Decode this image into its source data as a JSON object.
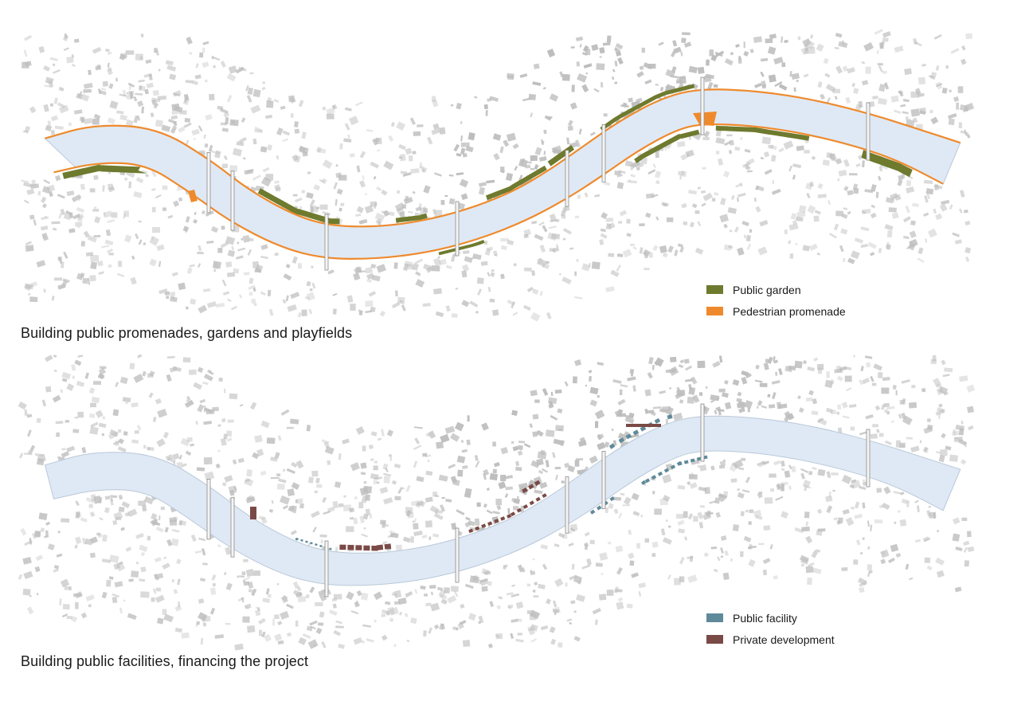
{
  "maps": [
    {
      "caption": "Building public promenades, gardens and playfields",
      "legend": [
        {
          "label": "Public garden",
          "color": "#6e7a2e",
          "icon": "public-garden-swatch"
        },
        {
          "label": "Pedestrian promenade",
          "color": "#ef8a2c",
          "icon": "pedestrian-promenade-swatch"
        }
      ]
    },
    {
      "caption": "Building public facilities, financing the project",
      "legend": [
        {
          "label": "Public facility",
          "color": "#5e8a99",
          "icon": "public-facility-swatch"
        },
        {
          "label": "Private development",
          "color": "#7a4a46",
          "icon": "private-development-swatch"
        }
      ]
    }
  ],
  "colors": {
    "river": "#dfe9f5",
    "river_edge": "#b9c8d8",
    "buildings": "#bdbdbd",
    "bridge": "#8c8c8c"
  }
}
